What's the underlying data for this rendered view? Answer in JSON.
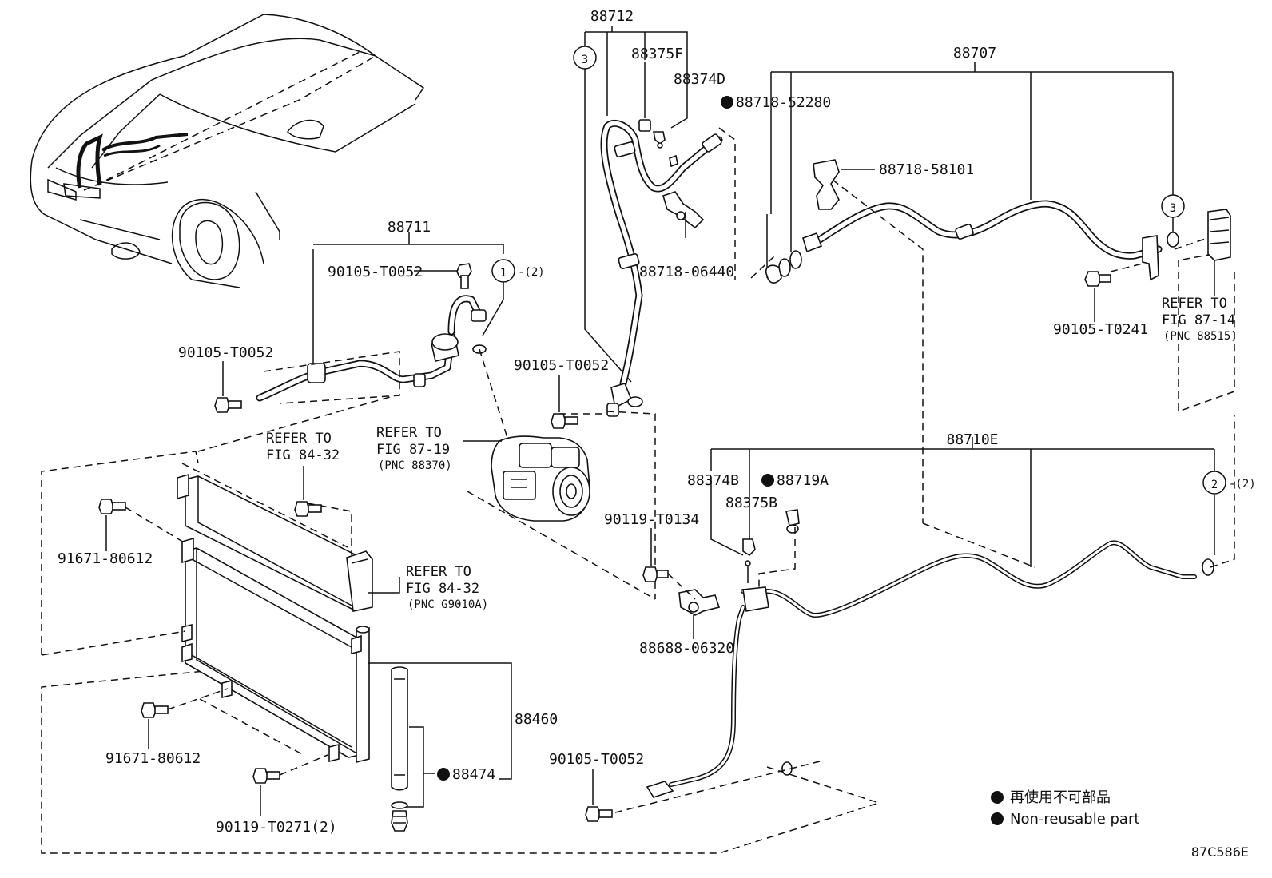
{
  "parts": {
    "hose_88712": "88712",
    "valve_88375f": "88375F",
    "cap_88374d": "88374D",
    "oring_88718_52280": "88718-52280",
    "tube_88707": "88707",
    "clamp_88718_58101": "88718-58101",
    "oring_88718_06440": "88718-06440",
    "hose_88711": "88711",
    "bolt_90105_t0052_a": "90105-T0052",
    "bolt_90105_t0052_b": "90105-T0052",
    "bolt_90105_t0052_c": "90105-T0052",
    "bolt_90105_t0052_d": "90105-T0052",
    "bolt_90105_t0241": "90105-T0241",
    "tube_88710e": "88710E",
    "cap_88374b": "88374B",
    "valve_88375b": "88375B",
    "oring_88719a": "88719A",
    "bolt_90119_t0134": "90119-T0134",
    "clamp_88688_06320": "88688-06320",
    "bolt_91671_80612_a": "91671-80612",
    "bolt_91671_80612_b": "91671-80612",
    "condenser_88460": "88460",
    "dryer_88474": "88474",
    "bolt_90119_t0271": "90119-T0271(2)"
  },
  "refs": {
    "refer_to": "REFER TO",
    "fig_84_32_a": "FIG 84-32",
    "fig_87_19": "FIG 87-19",
    "pnc_88370": "(PNC 88370)",
    "fig_84_32_b": "FIG 84-32",
    "pnc_g9010a": "(PNC G9010A)",
    "fig_87_14": "FIG 87-14",
    "pnc_88515": "(PNC 88515)"
  },
  "callouts": {
    "one": "1",
    "two": "2",
    "three": "3",
    "qty_2": "-(2)"
  },
  "legend": {
    "japanese": "再使用不可部品",
    "english": "Non-reusable part"
  },
  "diagram_code": "87C586E"
}
